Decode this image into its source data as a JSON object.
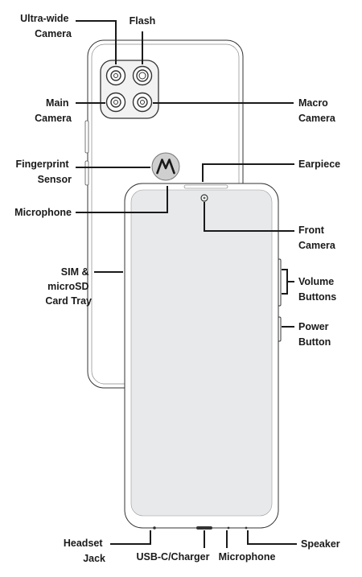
{
  "callouts": {
    "ultra_wide_camera": [
      "Ultra-wide",
      "Camera"
    ],
    "flash": [
      "Flash"
    ],
    "main_camera": [
      "Main",
      "Camera"
    ],
    "macro_camera": [
      "Macro",
      "Camera"
    ],
    "fingerprint_sensor": [
      "Fingerprint",
      "Sensor"
    ],
    "earpiece": [
      "Earpiece"
    ],
    "microphone_top": [
      "Microphone"
    ],
    "front_camera": [
      "Front",
      "Camera"
    ],
    "sim_tray": [
      "SIM &",
      "microSD",
      "Card Tray"
    ],
    "volume_buttons": [
      "Volume",
      "Buttons"
    ],
    "power_button": [
      "Power",
      "Button"
    ],
    "headset_jack": [
      "Headset",
      "Jack"
    ],
    "usb_charger": [
      "USB-C/Charger"
    ],
    "microphone_bottom": [
      "Microphone"
    ],
    "speaker": [
      "Speaker"
    ]
  },
  "colors": {
    "line": "#1a1a1a",
    "outline": "#333333",
    "screen": "#e8e9ea",
    "camera_module": "#f2f2f2",
    "logo_disc": "#cfcfcf"
  },
  "icons": {
    "brand_logo": "motorola-m-icon"
  }
}
